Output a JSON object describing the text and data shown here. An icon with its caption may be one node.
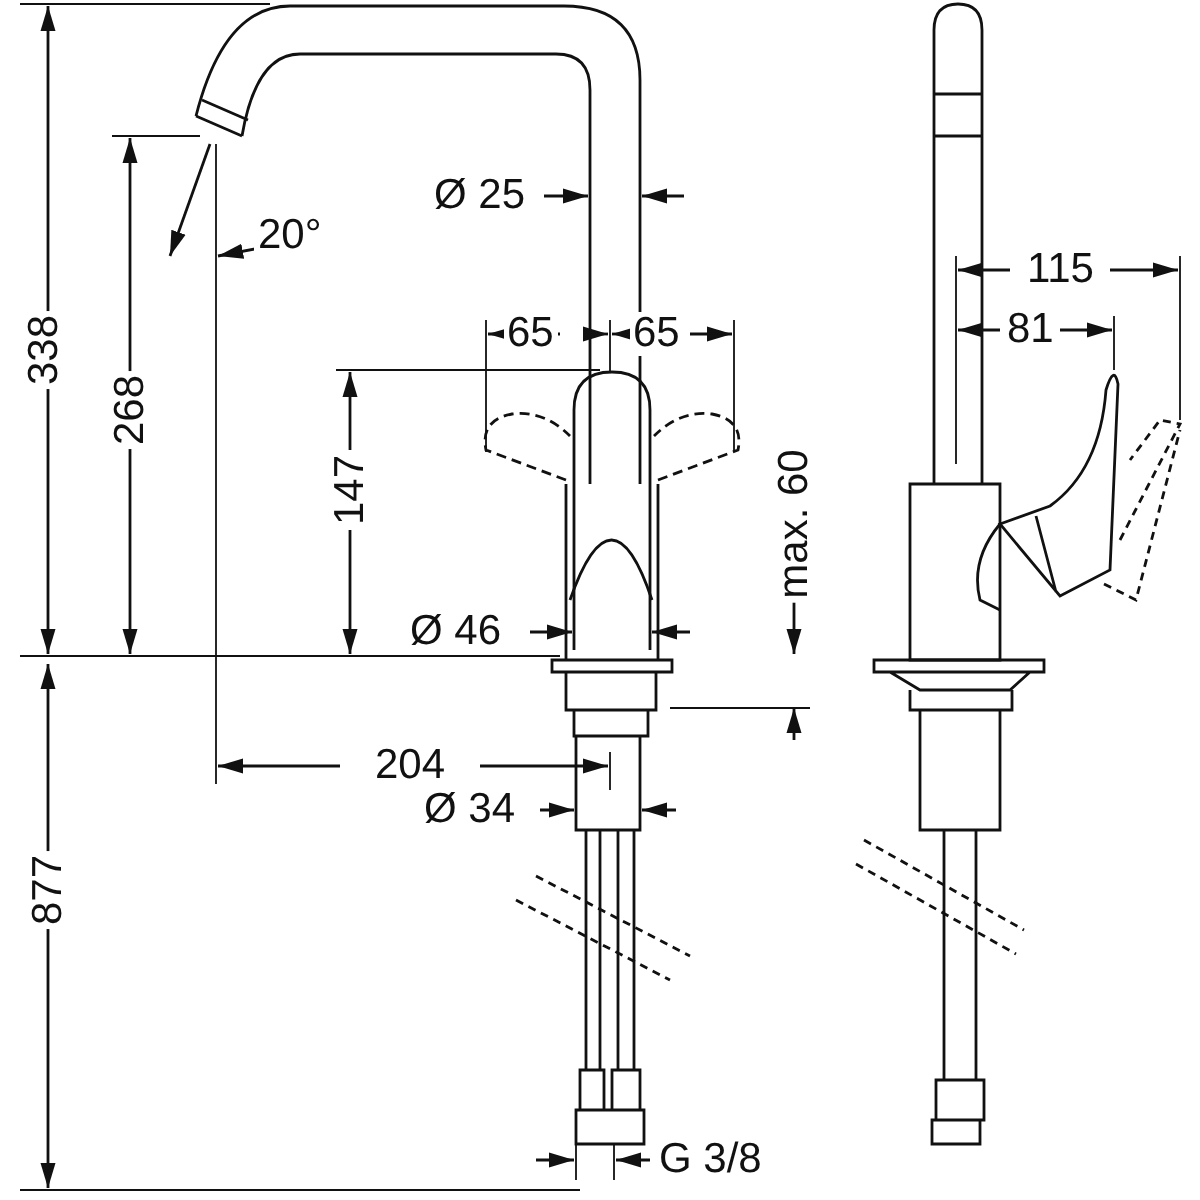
{
  "diagram": {
    "labels": [
      "Ø 25",
      "115",
      "20°",
      "81",
      "65",
      "65",
      "338",
      "268",
      "147",
      "max. 60",
      "Ø 46",
      "204",
      "Ø 34",
      "877",
      "G 3/8"
    ]
  }
}
